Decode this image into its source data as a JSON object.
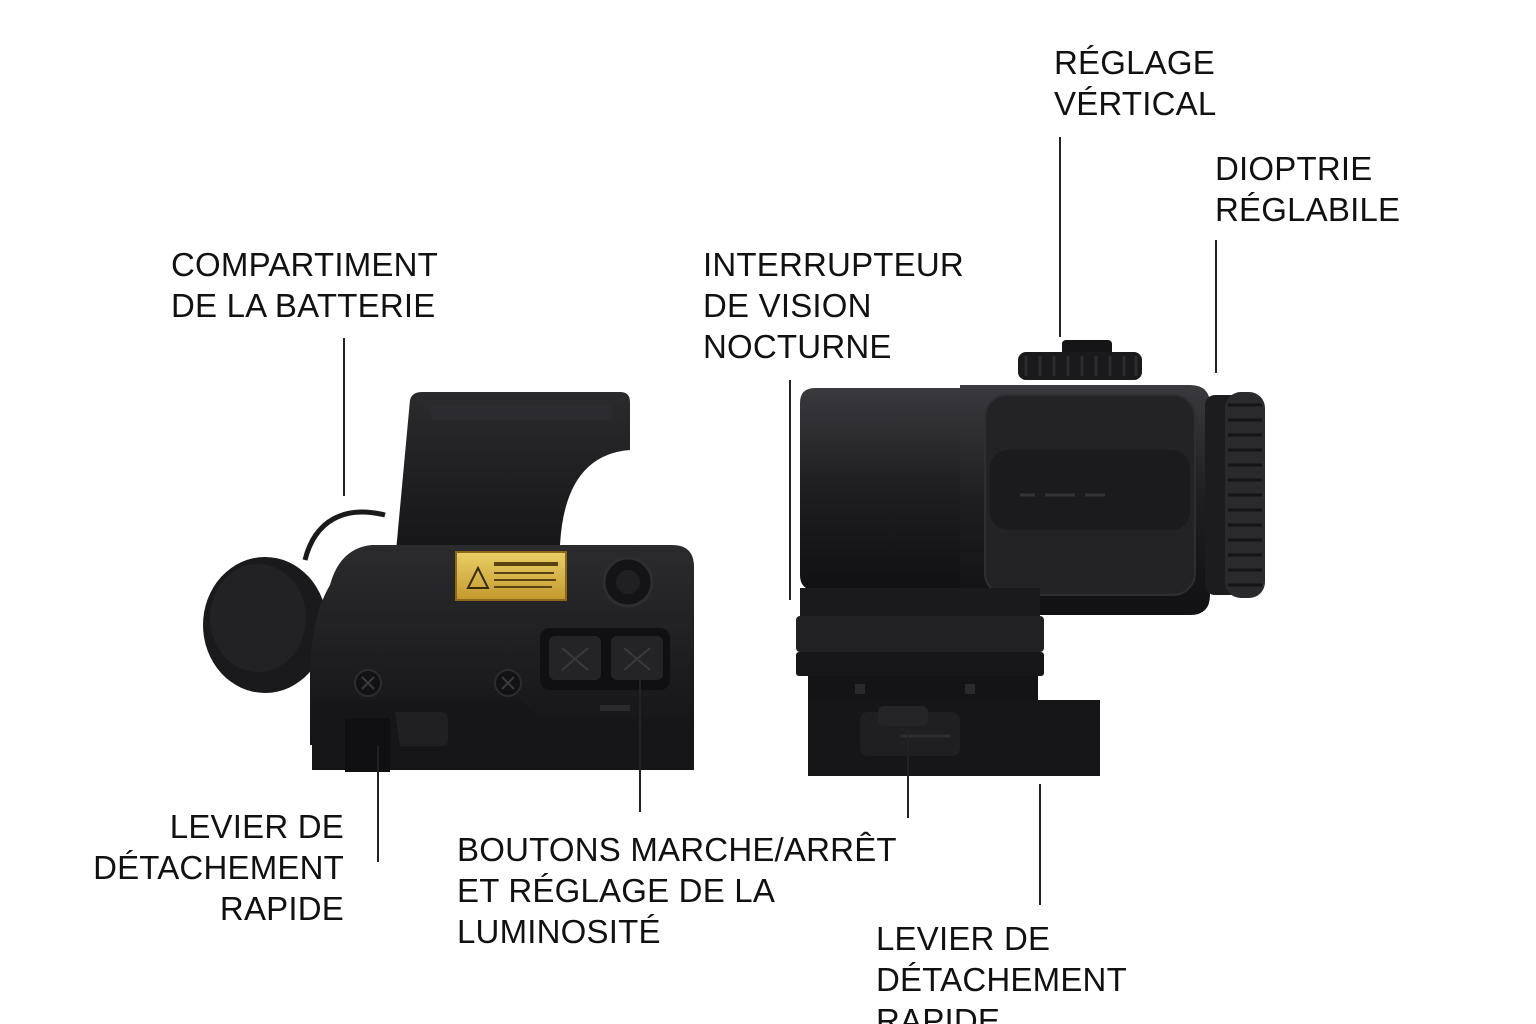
{
  "colors": {
    "background": "#ffffff",
    "device_body": "#1c1c1e",
    "device_shadow": "#0e0e10",
    "device_highlight": "#3a3a3e",
    "warning_label": "#d8b84a",
    "leader_line": "#222222",
    "text": "#111111"
  },
  "labels": {
    "battery": [
      "COMPARTIMENT",
      "DE LA BATTERIE"
    ],
    "qd_lever_left": [
      "LEVIER DE",
      "DÉTACHEMENT",
      "RAPIDE"
    ],
    "buttons": [
      "BOUTONS MARCHE/ARRÊT",
      "ET RÉGLAGE DE LA",
      "LUMINOSITÉ"
    ],
    "night_vision": [
      "INTERRUPTEUR",
      "DE VISION",
      "NOCTURNE"
    ],
    "vertical_adjust": [
      "RÉGLAGE",
      "VÉRTICAL"
    ],
    "diopter": [
      "DIOPTRIE",
      "RÉGLABILE"
    ],
    "qd_lever_right": [
      "LEVIER DE",
      "DÉTACHEMENT",
      "RAPIDE"
    ]
  },
  "icons": {
    "holographic_sight": "holographic-sight-icon",
    "magnifier": "magnifier-icon",
    "warning_sticker": "laser-warning-sticker-icon"
  }
}
